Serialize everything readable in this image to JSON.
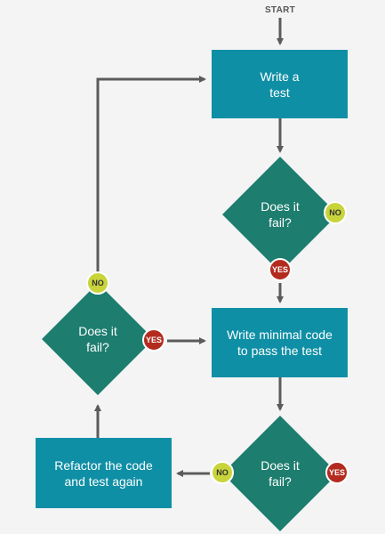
{
  "start_label": "START",
  "nodes": {
    "write_test": "Write a\ntest",
    "decision_1": "Does it\nfail?",
    "write_minimal": "Write minimal code\nto pass the test",
    "decision_2": "Does it\nfail?",
    "decision_3": "Does it\nfail?",
    "refactor": "Refactor the code\nand test again"
  },
  "badges": {
    "d1_no": "NO",
    "d1_yes": "YES",
    "d3_no": "NO",
    "d3_yes": "YES",
    "d2_no": "NO",
    "d2_yes": "YES"
  },
  "colors": {
    "box": "#0f8fa5",
    "diamond": "#1d7d6e",
    "arrow": "#5b5b5b",
    "yes_badge": "#b32b1f",
    "no_badge": "#c8d43a"
  }
}
